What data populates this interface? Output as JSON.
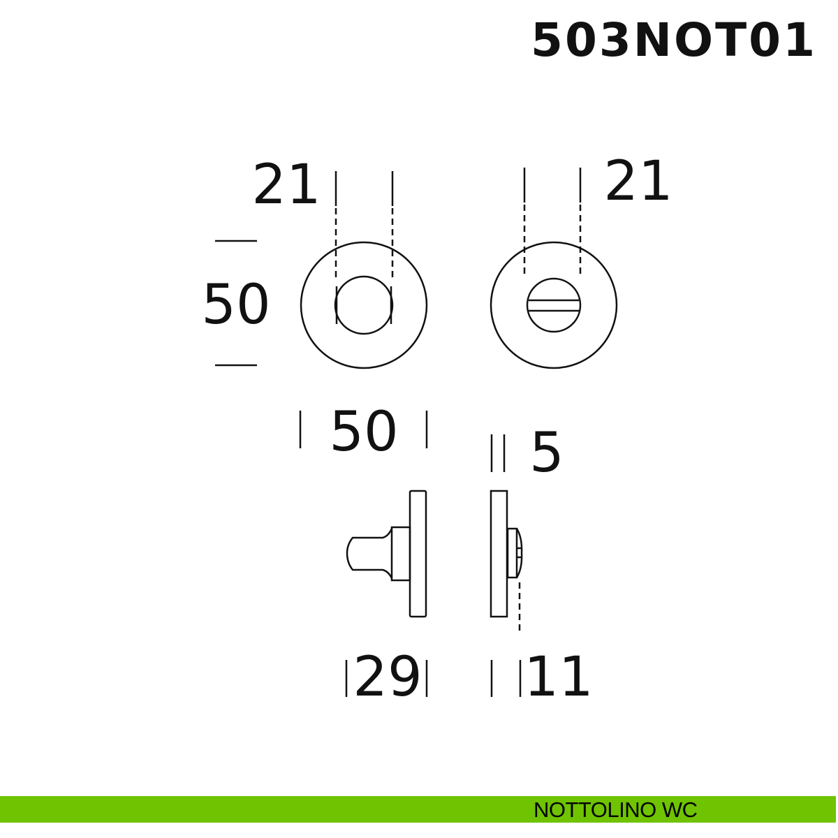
{
  "title": "503NOT01",
  "footer": {
    "label": "NOTTOLINO WC",
    "color": "#6fc300"
  },
  "dimensions": {
    "front_left_spindle": "21",
    "front_right_spindle": "21",
    "rose_height": "50",
    "rose_width": "50",
    "rose_thickness": "5",
    "knob_projection": "29",
    "indicator_projection": "11"
  },
  "colors": {
    "line": "#111111",
    "background": "#ffffff"
  }
}
